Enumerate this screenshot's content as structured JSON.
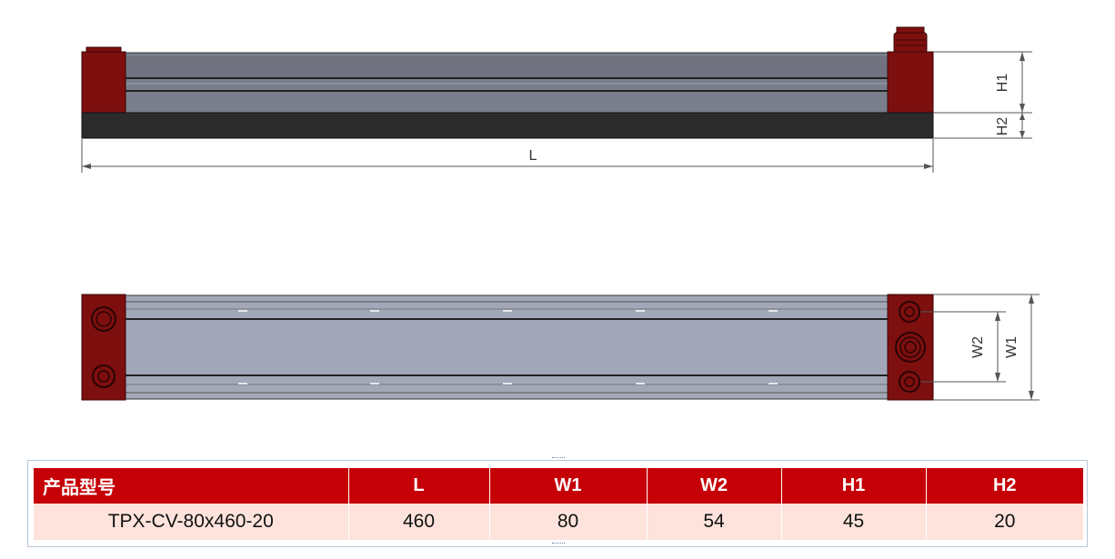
{
  "side_view": {
    "dim_length": "L",
    "dim_h1": "H1",
    "dim_h2": "H2"
  },
  "top_view": {
    "dim_w1": "W1",
    "dim_w2": "W2"
  },
  "spec_table": {
    "headers": [
      "产品型号",
      "L",
      "W1",
      "W2",
      "H1",
      "H2"
    ],
    "rows": [
      [
        "TPX-CV-80x460-20",
        "460",
        "80",
        "54",
        "45",
        "20"
      ]
    ]
  },
  "colors": {
    "end_cap": "#7d0f0f",
    "rail_body": "#7a7e8c",
    "base": "#2b2b2b",
    "top_body": "#a3a8b9",
    "header_bg": "#c50006",
    "row_bg": "#fde3dc"
  }
}
